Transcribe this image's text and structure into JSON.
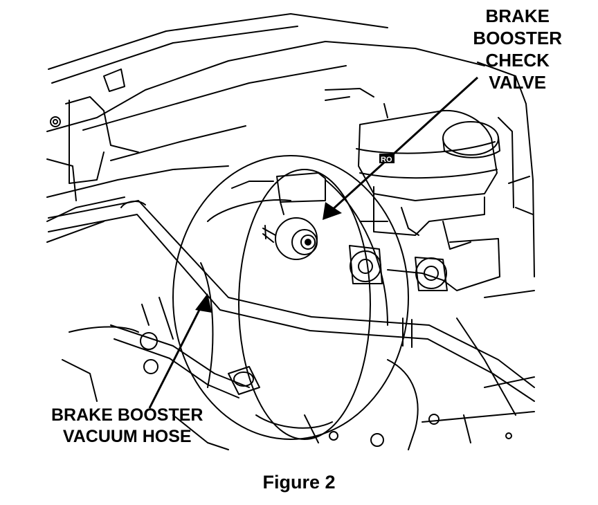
{
  "labels": {
    "check_valve": [
      "BRAKE",
      "BOOSTER",
      "CHECK",
      "VALVE"
    ],
    "vacuum_hose": [
      "BRAKE BOOSTER",
      "VACUUM HOSE"
    ],
    "reservoir_mark": "RO",
    "caption": "Figure 2"
  },
  "style": {
    "ink": "#000000",
    "paper": "#ffffff"
  }
}
